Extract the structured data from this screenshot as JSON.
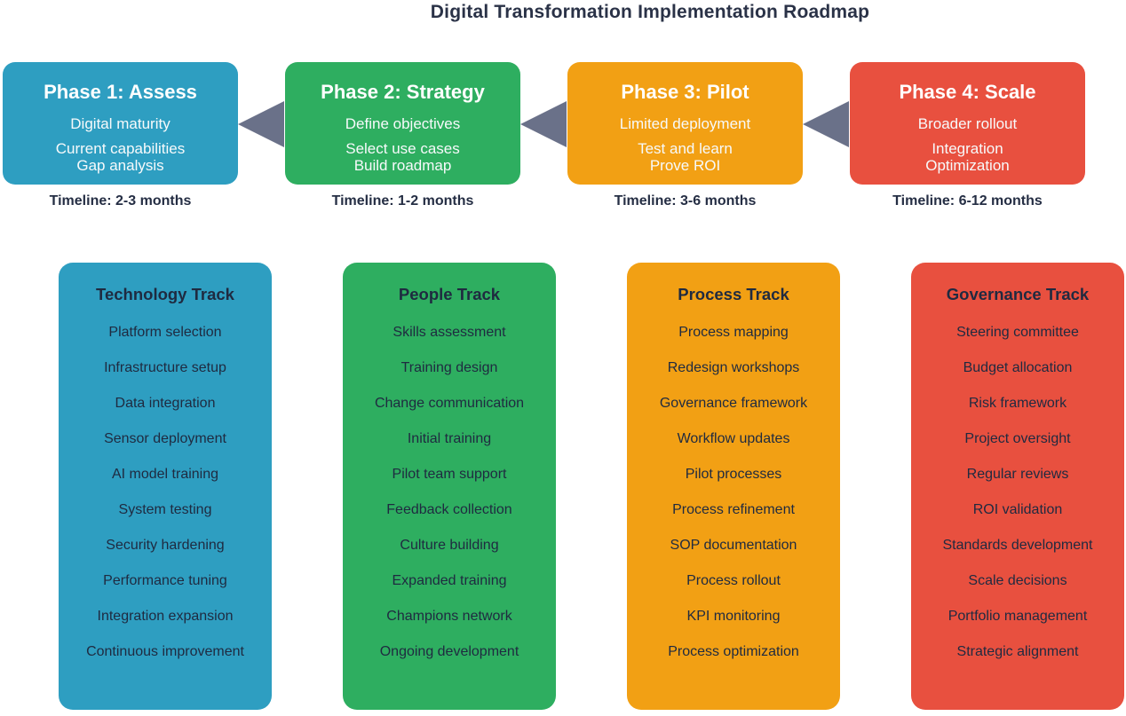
{
  "title": "Digital Transformation Implementation Roadmap",
  "colors": {
    "phase_blue": "#2E9EC1",
    "phase_green": "#2EAE60",
    "phase_orange": "#F2A014",
    "phase_red": "#E8503F",
    "arrow_slate": "#6A7189",
    "text_dark_navy": "#252E44",
    "text_on_phase": "#FFFFFF"
  },
  "phases": [
    {
      "name": "Phase 1: Assess",
      "items": [
        "Digital maturity",
        "Current capabilities",
        "Gap analysis"
      ],
      "timeline": "Timeline: 2-3 months",
      "color": "#2E9EC1"
    },
    {
      "name": "Phase 2: Strategy",
      "items": [
        "Define objectives",
        "Select use cases",
        "Build roadmap"
      ],
      "timeline": "Timeline: 1-2 months",
      "color": "#2EAE60"
    },
    {
      "name": "Phase 3: Pilot",
      "items": [
        "Limited deployment",
        "Test and learn",
        "Prove ROI"
      ],
      "timeline": "Timeline: 3-6 months",
      "color": "#F2A014"
    },
    {
      "name": "Phase 4: Scale",
      "items": [
        "Broader rollout",
        "Integration",
        "Optimization"
      ],
      "timeline": "Timeline: 6-12 months",
      "color": "#E8503F"
    }
  ],
  "tracks": [
    {
      "name": "Technology Track",
      "color": "#2E9EC1",
      "items": [
        "Platform selection",
        "Infrastructure setup",
        "Data integration",
        "Sensor deployment",
        "AI model training",
        "System testing",
        "Security hardening",
        "Performance tuning",
        "Integration expansion",
        "Continuous improvement"
      ]
    },
    {
      "name": "People Track",
      "color": "#2EAE60",
      "items": [
        "Skills assessment",
        "Training design",
        "Change communication",
        "Initial training",
        "Pilot team support",
        "Feedback collection",
        "Culture building",
        "Expanded training",
        "Champions network",
        "Ongoing development"
      ]
    },
    {
      "name": "Process Track",
      "color": "#F2A014",
      "items": [
        "Process mapping",
        "Redesign workshops",
        "Governance framework",
        "Workflow updates",
        "Pilot processes",
        "Process refinement",
        "SOP documentation",
        "Process rollout",
        "KPI monitoring",
        "Process optimization"
      ]
    },
    {
      "name": "Governance Track",
      "color": "#E8503F",
      "items": [
        "Steering committee",
        "Budget allocation",
        "Risk framework",
        "Project oversight",
        "Regular reviews",
        "ROI validation",
        "Standards development",
        "Scale decisions",
        "Portfolio management",
        "Strategic alignment"
      ]
    }
  ]
}
